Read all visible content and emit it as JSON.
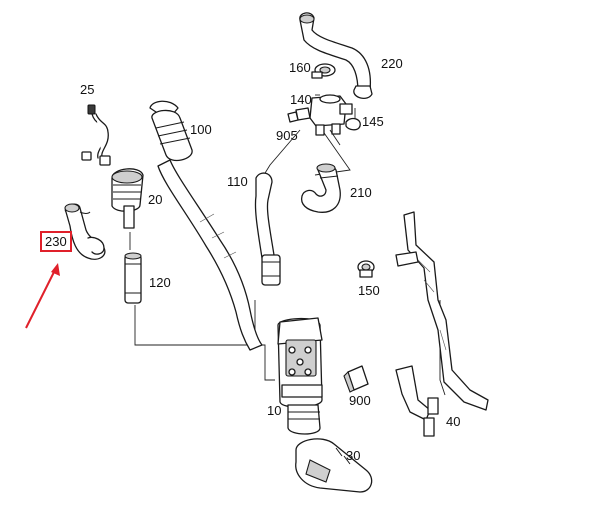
{
  "callouts": {
    "c10": "10",
    "c20": "20",
    "c25": "25",
    "c30": "30",
    "c40": "40",
    "c100": "100",
    "c110": "110",
    "c120": "120",
    "c140": "140",
    "c145": "145",
    "c150": "150",
    "c160": "160",
    "c210": "210",
    "c220": "220",
    "c230": "230",
    "c900": "900",
    "c905": "905"
  },
  "highlight": {
    "color": "#e0202a",
    "callout": "230"
  }
}
